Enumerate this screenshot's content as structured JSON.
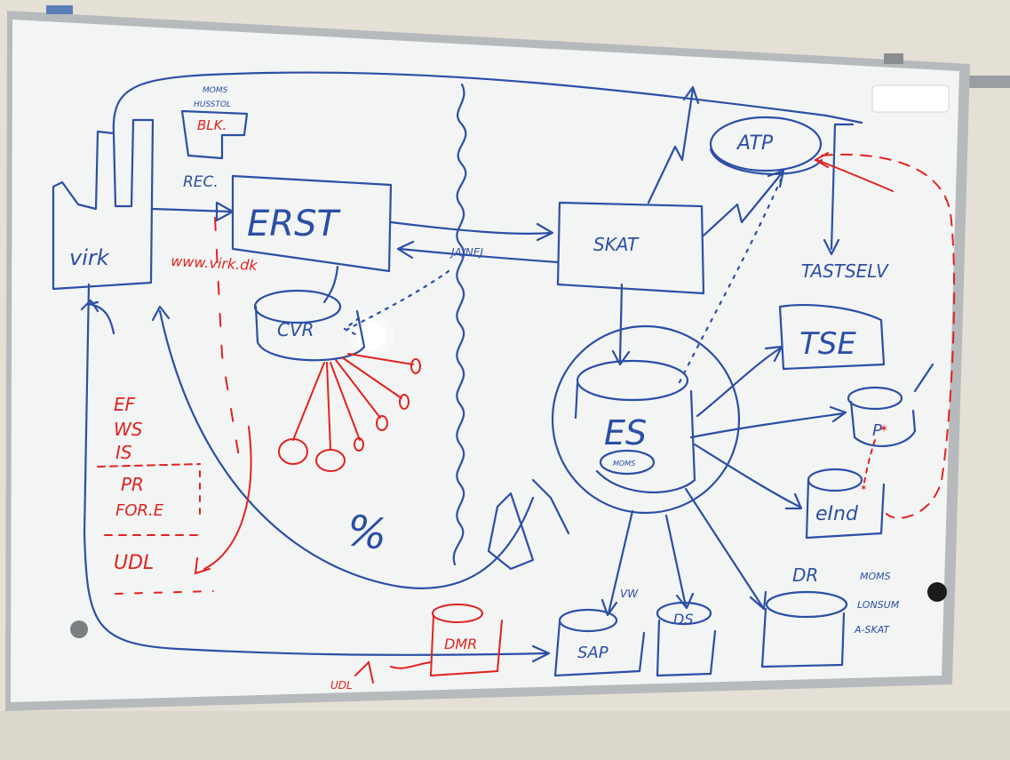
{
  "colors": {
    "wall": "#e6e2d8",
    "board": "#f4f5f5",
    "frame": "#b9bcbf",
    "blue": "#2b4fa6",
    "red": "#e0231f"
  },
  "labels": {
    "virk": "virk",
    "erst": "ERST",
    "cvr": "CVR",
    "rec": "REC.",
    "moms": "MOMS",
    "husstol": "HUSSTOL",
    "blk": "BLK.",
    "skat": "SKAT",
    "ja_nej": "JA/NEJ",
    "atp": "ATP",
    "tastselv": "TASTSELV",
    "tse": "TSE",
    "p": "P",
    "eind": "eInd",
    "es": "ES",
    "es_moms": "MOMS",
    "sap": "SAP",
    "vw": "VW",
    "ds": "DS",
    "dr": "DR",
    "dr_moms": "MOMS",
    "dr_lonsum": "LONSUM",
    "dr_askat": "A-SKAT",
    "dmr": "DMR",
    "udl_bottom": "UDL",
    "url": "www.virk.dk",
    "ef": "EF",
    "ws": "WS",
    "is": "IS",
    "pr": "PR",
    "fore": "FOR.E",
    "udl": "UDL",
    "percent": "%"
  }
}
